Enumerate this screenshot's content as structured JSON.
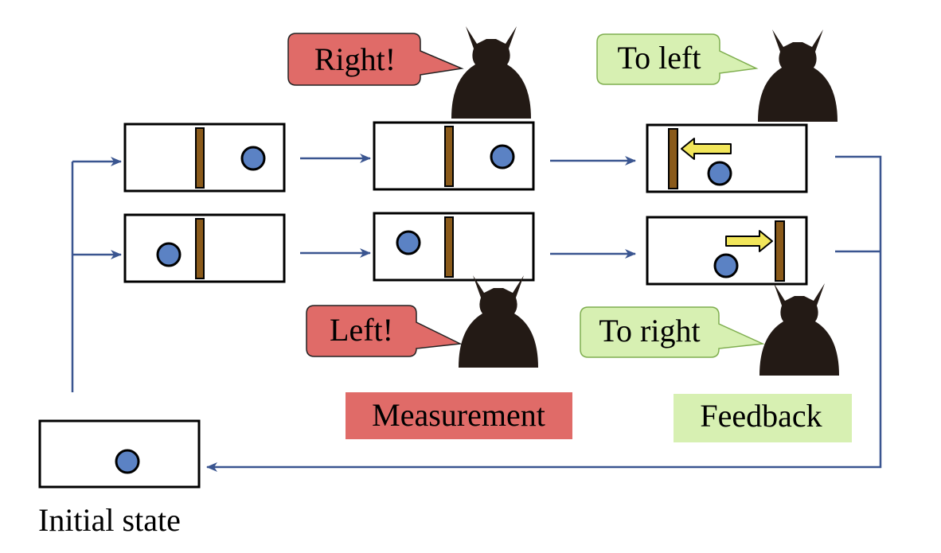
{
  "labels": {
    "initial_state": "Initial state",
    "measurement": "Measurement",
    "feedback": "Feedback"
  },
  "bubbles": {
    "right": "Right!",
    "left": "Left!",
    "to_left": "To left",
    "to_right": "To right"
  },
  "colors": {
    "measurement": "#e06b68",
    "feedback": "#d7f0b2",
    "feedback_border": "#7fae4f",
    "arrow": "#3a5590",
    "particle": "#5b82c4",
    "partition": "#8a5a1a",
    "push_arrow": "#f2e65a",
    "demon": "#231a15"
  }
}
